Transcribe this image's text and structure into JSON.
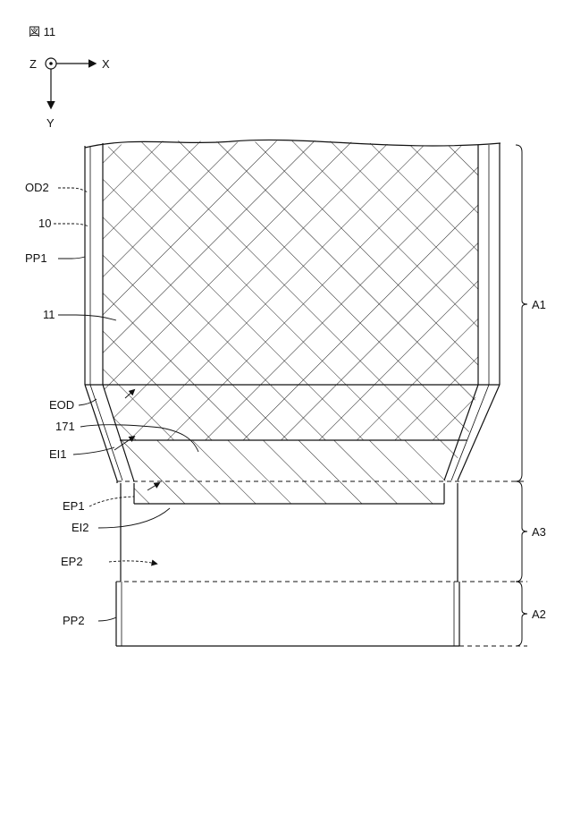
{
  "figure": {
    "title": "図 11"
  },
  "axes": {
    "z": "Z",
    "x": "X",
    "y": "Y"
  },
  "labels": {
    "od2": "OD2",
    "n10": "10",
    "pp1": "PP1",
    "n11": "11",
    "eod": "EOD",
    "n171": "171",
    "ei1": "EI1",
    "ep1": "EP1",
    "ei2": "EI2",
    "ep2": "EP2",
    "pp2": "PP2"
  },
  "regions": {
    "a1": "A1",
    "a3": "A3",
    "a2": "A2"
  }
}
